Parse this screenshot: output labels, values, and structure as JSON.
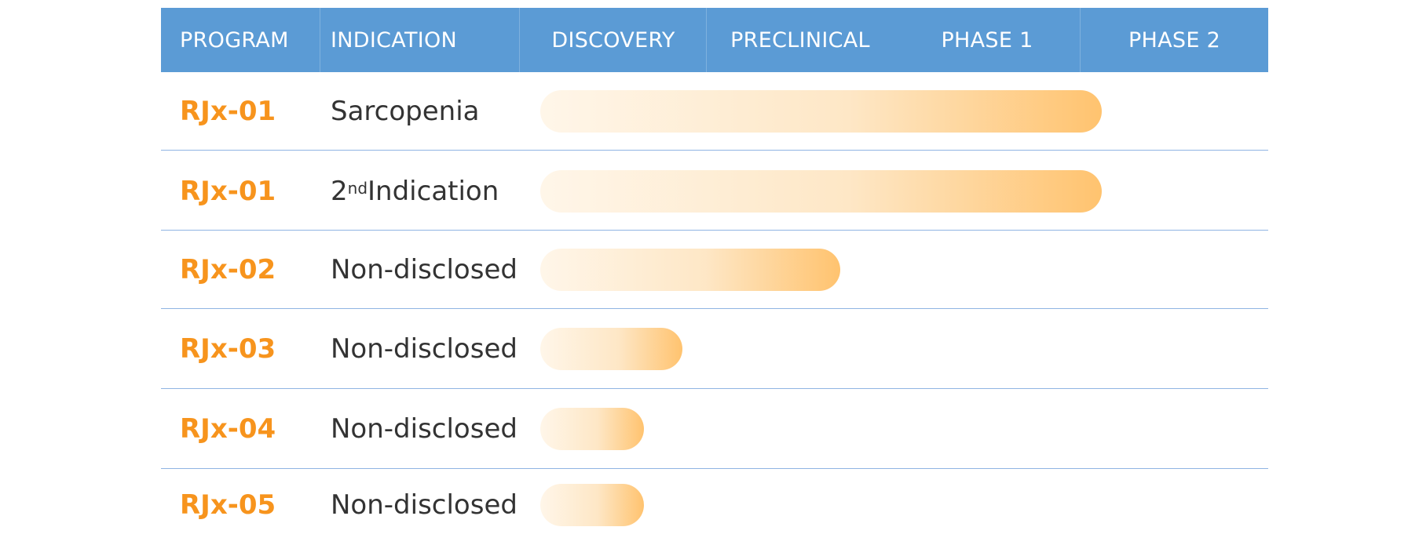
{
  "chart_data": {
    "type": "table",
    "columns": [
      "PROGRAM",
      "INDICATION",
      "DISCOVERY",
      "PRECLINICAL",
      "PHASE 1",
      "PHASE 2"
    ],
    "stages": [
      "DISCOVERY",
      "PRECLINICAL",
      "PHASE 1",
      "PHASE 2"
    ],
    "rows": [
      {
        "program": "RJx-01",
        "indication": "Sarcopenia",
        "indication_sup": "",
        "progress": 0.73
      },
      {
        "program": "RJx-01",
        "indication": " Indication",
        "indication_prefix": "2",
        "indication_sup": "nd",
        "progress": 0.73
      },
      {
        "program": "RJx-02",
        "indication": "Non-disclosed",
        "indication_sup": "",
        "progress": 0.39
      },
      {
        "program": "RJx-03",
        "indication": "Non-disclosed",
        "indication_sup": "",
        "progress": 0.185
      },
      {
        "program": "RJx-04",
        "indication": "Non-disclosed",
        "indication_sup": "",
        "progress": 0.135
      },
      {
        "program": "RJx-05",
        "indication": "Non-disclosed",
        "indication_sup": "",
        "progress": 0.135
      }
    ]
  },
  "colors": {
    "header_bg": "#5b9bd5",
    "header_text": "#ffffff",
    "program_text": "#f7941d",
    "indication_text": "#333333",
    "rule": "#8fb4e3",
    "bar_start": "#fff6e9",
    "bar_end": "#ffc36f"
  }
}
